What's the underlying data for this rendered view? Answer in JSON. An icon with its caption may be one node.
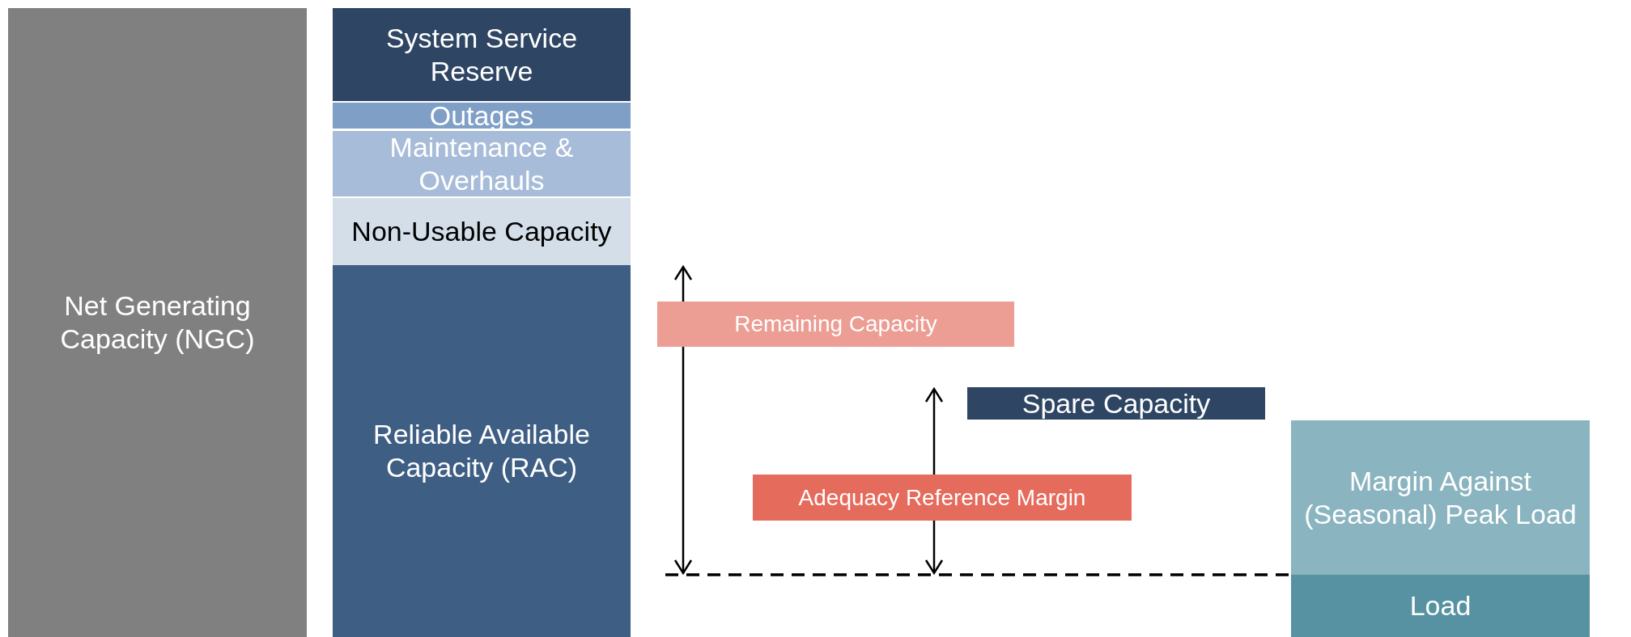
{
  "diagram": {
    "nodes": [
      {
        "text": [
          "Net Generating Capacity (NGC)"
        ]
      },
      {
        "text": [
          "System Service Reserve"
        ]
      },
      {
        "text": [
          "Outages"
        ]
      },
      {
        "text": [
          "Maintenance & Overhauls"
        ]
      },
      {
        "text": [
          "Non-Usable Capacity"
        ]
      },
      {
        "text": [
          "Reliable Available Capacity (RAC)"
        ]
      },
      {
        "text": [
          "Remaining Capacity"
        ]
      },
      {
        "text": [
          "Spare Capacity"
        ]
      },
      {
        "text": [
          "Adequacy Reference Margin"
        ]
      },
      {
        "text": [
          "Margin Against (Seasonal) Peak Load"
        ]
      },
      {
        "text": [
          "Load"
        ]
      }
    ]
  }
}
